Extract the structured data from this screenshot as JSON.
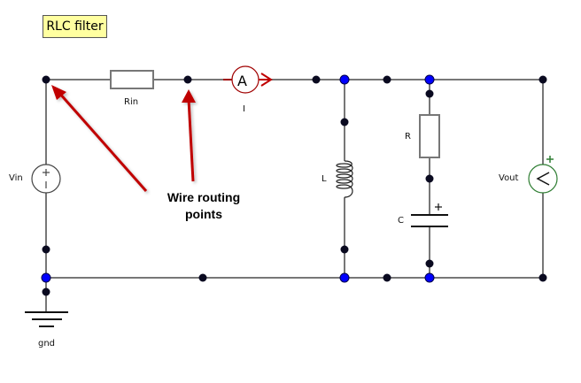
{
  "title": "RLC filter",
  "callout": {
    "line1": "Wire routing",
    "line2": "points",
    "arrow_color": "#c00000"
  },
  "components": {
    "vin": {
      "label": "Vin",
      "type": "voltage-source",
      "plus": "+",
      "minus": "−"
    },
    "rin": {
      "label": "Rin",
      "type": "resistor"
    },
    "ammeter": {
      "label": "I",
      "symbol": "A",
      "type": "ammeter",
      "color": "#a00000"
    },
    "inductor": {
      "label": "L",
      "type": "inductor"
    },
    "resistor": {
      "label": "R",
      "type": "resistor"
    },
    "capacitor": {
      "label": "C",
      "type": "capacitor",
      "plus": "+"
    },
    "vout": {
      "label": "Vout",
      "symbol": "<",
      "plus": "+",
      "type": "voltmeter",
      "color": "#2e7d32"
    },
    "ground": {
      "label": "gnd",
      "type": "ground"
    }
  },
  "colors": {
    "wire": "#777777",
    "routing_point": "#0a0a20",
    "junction": "#0000ff",
    "title_bg": "#ffffa0"
  }
}
